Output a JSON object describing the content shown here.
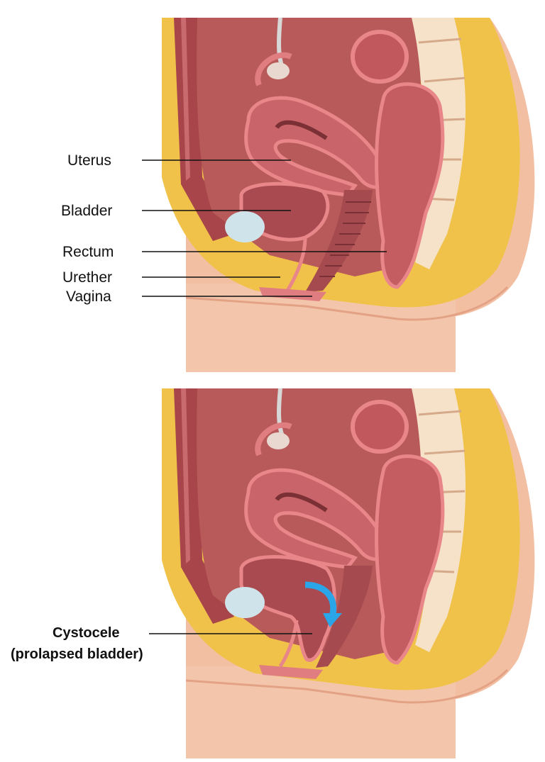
{
  "colors": {
    "skin": "#f2bfa2",
    "skin_dark": "#e3a285",
    "fat": "#f0c24a",
    "cavity": "#b85a5a",
    "organ": "#c9656a",
    "organ_dark": "#8e3d40",
    "spine": "#f5e2c8",
    "arrow": "#2aa6e8"
  },
  "top": {
    "labels": {
      "uterus": "Uterus",
      "bladder": "Bladder",
      "rectum": "Rectum",
      "urether": "Urether",
      "vagina": "Vagina"
    }
  },
  "bottom": {
    "labels": {
      "cystocele_line1": "Cystocele",
      "cystocele_line2": "(prolapsed bladder)"
    }
  }
}
